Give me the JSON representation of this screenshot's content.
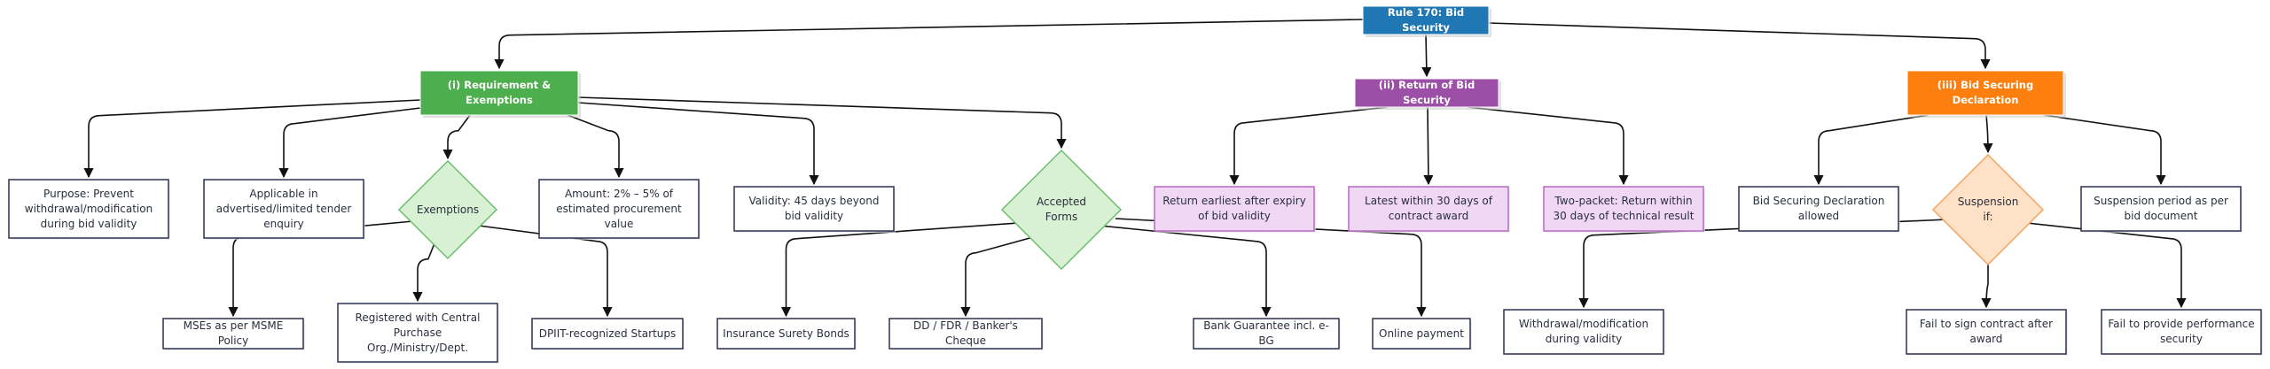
{
  "colors": {
    "root": "#1f77b4",
    "requirement": "#4cae4c",
    "return": "#9b4fa6",
    "declaration": "#ff7f0e",
    "diamond_green_fill": "#d8f0d3",
    "diamond_green_stroke": "#6bbf6b",
    "purple_fill": "#f0d8f5",
    "purple_stroke": "#b56bc4",
    "diamond_orange_fill": "#ffe1c8",
    "diamond_orange_stroke": "#f2a55f",
    "box_stroke": "#2b3050",
    "edge": "#111111"
  },
  "nodes": {
    "root": "Rule 170: Bid Security",
    "requirement": "(i) Requirement &\nExemptions",
    "return": "(ii) Return of Bid Security",
    "declaration": "(iii) Bid Securing\nDeclaration",
    "purpose": "Purpose: Prevent\nwithdrawal/modification\nduring bid validity",
    "applicable": "Applicable in\nadvertised/limited tender\nenquiry",
    "exemptions": "Exemptions",
    "amount": "Amount: 2% – 5% of\nestimated procurement\nvalue",
    "validity": "Validity: 45 days beyond\nbid validity",
    "accepted_forms": "Accepted Forms",
    "return_earliest": "Return earliest after expiry\nof bid validity",
    "latest_30": "Latest within 30 days of\ncontract award",
    "two_packet": "Two-packet: Return within\n30 days of technical result",
    "bsd_allowed": "Bid Securing Declaration\nallowed",
    "suspension_if": "Suspension if:",
    "suspension_period": "Suspension period as per\nbid document",
    "mses": "MSEs as per MSME Policy",
    "registered": "Registered with Central\nPurchase\nOrg./Ministry/Dept.",
    "dpiit": "DPIIT-recognized Startups",
    "insurance": "Insurance Surety Bonds",
    "dd_fdr": "DD / FDR / Banker's Cheque",
    "bank_guarantee": "Bank Guarantee incl. e-BG",
    "online_payment": "Online payment",
    "withdrawal": "Withdrawal/modification\nduring validity",
    "fail_sign": "Fail to sign contract after\naward",
    "fail_performance": "Fail to provide performance\nsecurity"
  }
}
